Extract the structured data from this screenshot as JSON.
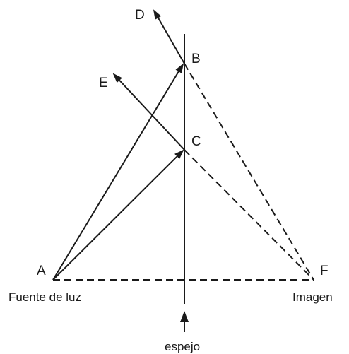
{
  "points": {
    "A": "A",
    "B": "B",
    "C": "C",
    "D": "D",
    "E": "E",
    "F": "F"
  },
  "captions": {
    "source": "Fuente de luz",
    "image": "Imagen",
    "mirror": "espejo"
  },
  "colors": {
    "ink": "#1a1a1a",
    "background": "#ffffff"
  }
}
